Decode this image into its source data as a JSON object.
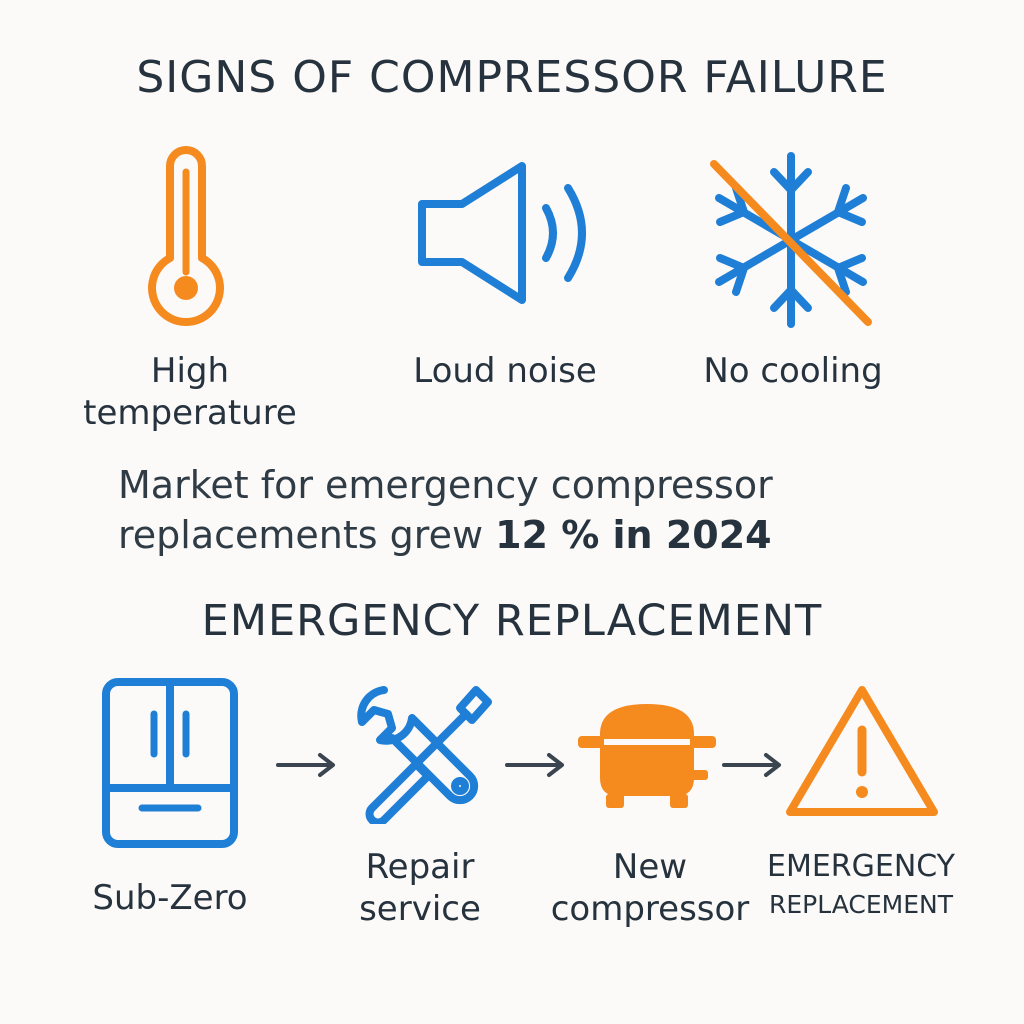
{
  "header": {
    "title": "SIGNS OF COMPRESSOR FAILURE"
  },
  "signs": [
    {
      "label_line1": "High",
      "label_line2": "temperature",
      "icon": "thermometer-icon",
      "color": "#f58a1f"
    },
    {
      "label": "Loud noise",
      "icon": "speaker-icon",
      "color": "#1f7fd6"
    },
    {
      "label": "No cooling",
      "icon": "crossed-snowflake-icon",
      "color": "#1f7fd6",
      "slash_color": "#f58a1f"
    }
  ],
  "stat": {
    "text_part1": "Market for emergency compressor",
    "text_part2": "replacements grew ",
    "highlight": "12 % in 2024"
  },
  "process": {
    "title": "EMERGENCY REPLACEMENT",
    "steps": [
      {
        "label": "Sub-Zero",
        "icon": "refrigerator-icon",
        "color": "#1f7fd6"
      },
      {
        "label_line1": "Repair",
        "label_line2": "service",
        "icon": "wrench-screwdriver-icon",
        "color": "#1f7fd6"
      },
      {
        "label_line1": "New",
        "label_line2": "compressor",
        "icon": "compressor-icon",
        "color": "#f58a1f"
      },
      {
        "label_line1": "EMERGENCY",
        "label_line2": "REPLACEMENT",
        "icon": "warning-icon",
        "color": "#f58a1f"
      }
    ]
  },
  "colors": {
    "orange": "#f58a1f",
    "blue": "#1f7fd6",
    "text": "#26323d"
  }
}
